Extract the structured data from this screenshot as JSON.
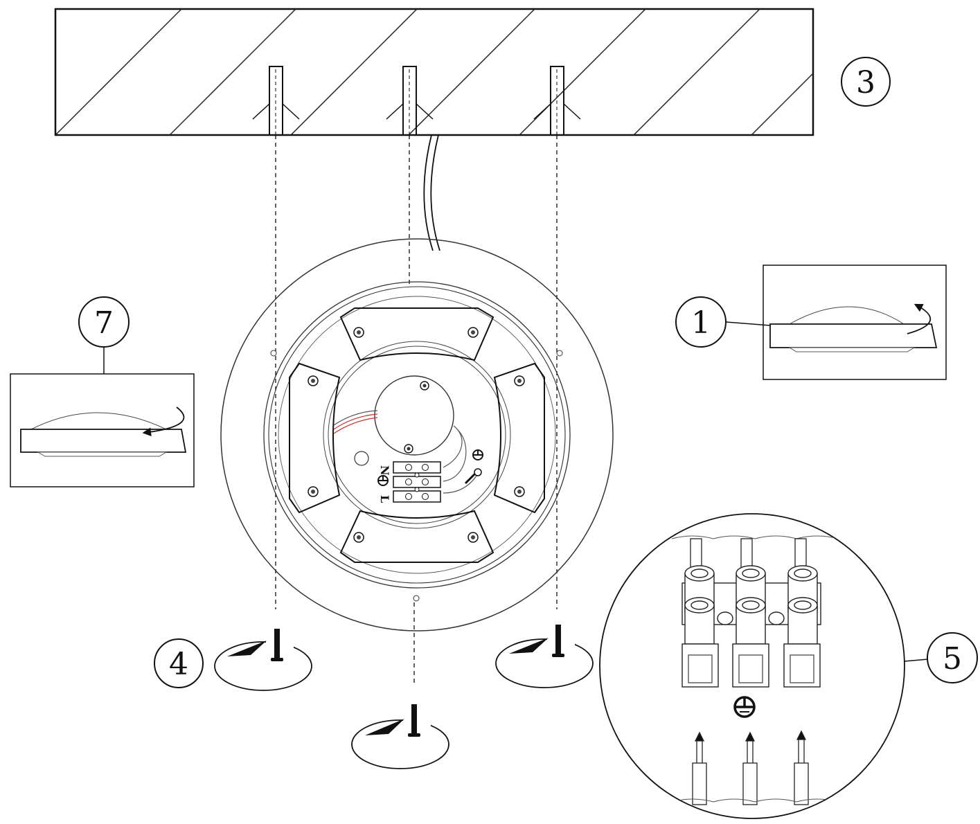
{
  "diagram": {
    "callouts": [
      {
        "id": "step-1",
        "label": "1"
      },
      {
        "id": "step-3",
        "label": "3"
      },
      {
        "id": "step-4",
        "label": "4"
      },
      {
        "id": "step-5",
        "label": "5"
      },
      {
        "id": "step-7",
        "label": "7"
      }
    ],
    "terminal_labels": {
      "neutral": "N",
      "live": "L"
    },
    "icons": {
      "earth": "earth-ground-icon",
      "rotate": "rotate-arrow-icon",
      "screw": "screw-icon"
    },
    "colors": {
      "line": "#111111",
      "wire_red": "#c0392b"
    }
  }
}
